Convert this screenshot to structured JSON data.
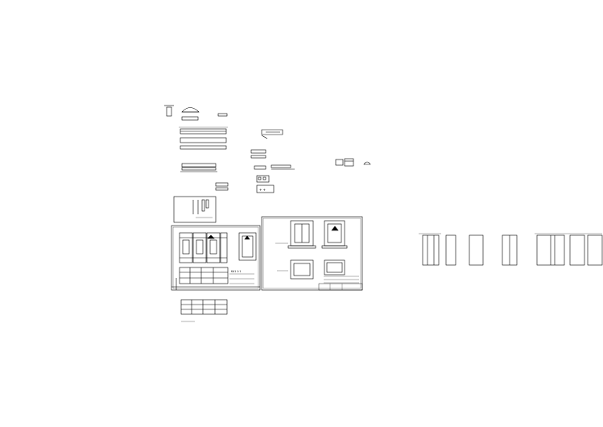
{
  "drawing": {
    "background": "#ffffff",
    "line_color": "#000000",
    "sheets": [
      {
        "id": "sheet-left",
        "title_block_text": "KA1  1:1",
        "note_lines": [
          "",
          "",
          ""
        ]
      },
      {
        "id": "sheet-right",
        "title_block_text": "",
        "note_lines": [
          "",
          "",
          "",
          ""
        ]
      }
    ],
    "cabinet_elevations": {
      "group_a_count": 4,
      "group_b_count": 4
    }
  }
}
